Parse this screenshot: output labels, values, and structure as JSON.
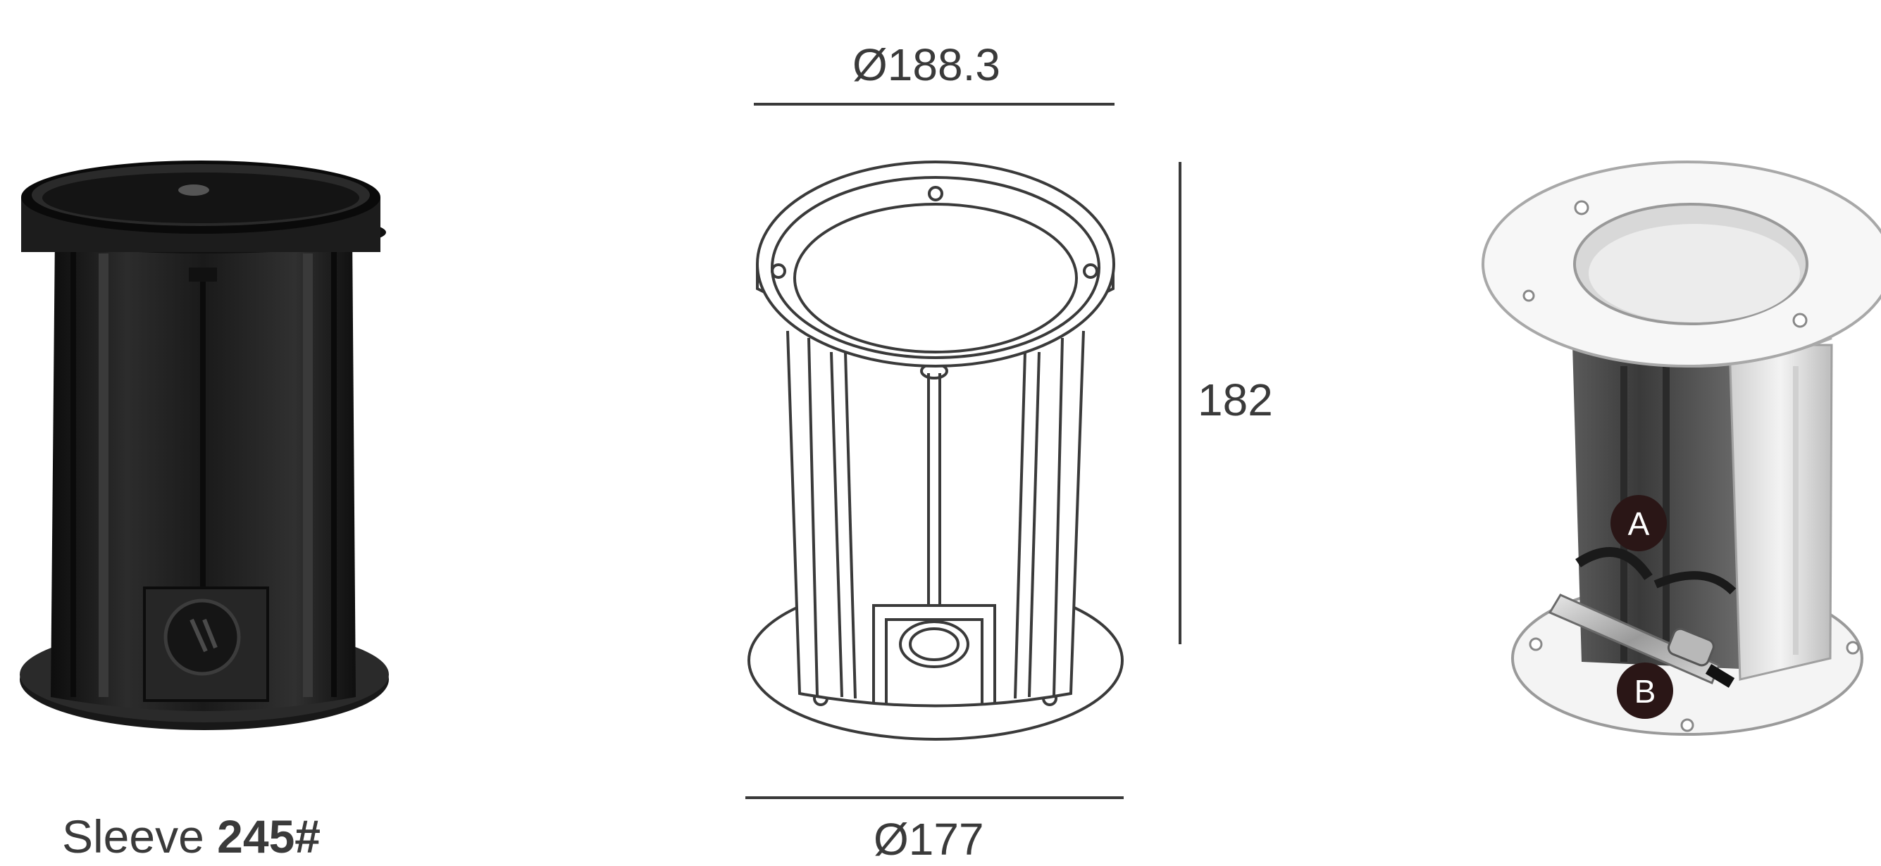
{
  "dimensions": {
    "top_diameter": "Ø188.3",
    "height": "182",
    "bottom_diameter": "Ø177"
  },
  "caption": {
    "prefix": "Sleeve",
    "model": "245#"
  },
  "callouts": {
    "a": "A",
    "b": "B"
  },
  "colors": {
    "sleeve_body": "#1e1e1e",
    "line": "#3a3a3a",
    "callout_fill": "#2a1616"
  }
}
